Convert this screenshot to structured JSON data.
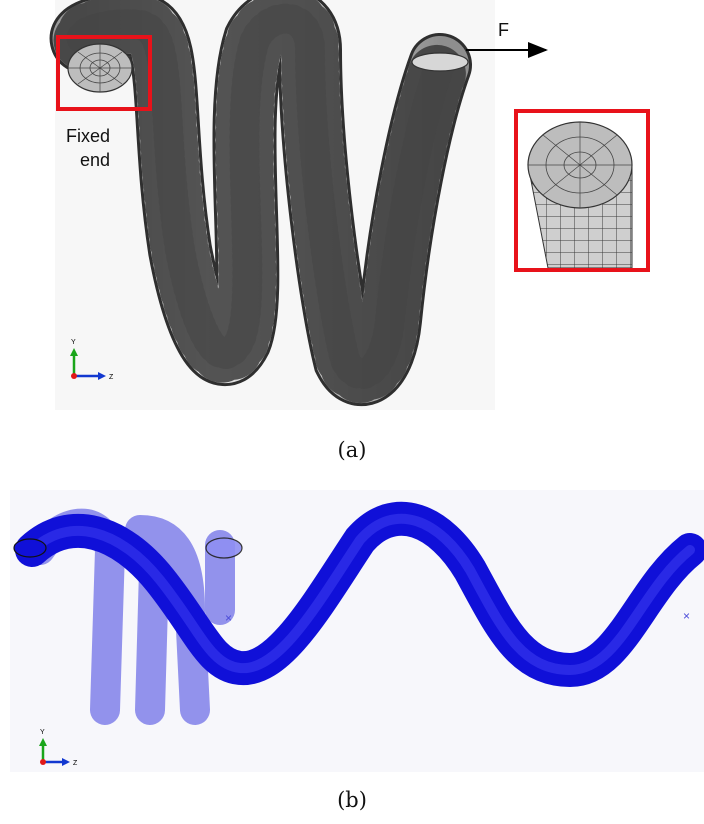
{
  "panel_a": {
    "caption": "(a)",
    "fixed_end_label": [
      "Fixed",
      "end"
    ],
    "force_label": "F",
    "triad": {
      "y": "Y",
      "z": "Z"
    },
    "colors": {
      "highlight": "#e8121a",
      "mesh_fill": "#c9c9c9",
      "mesh_line": "#3a3a3a"
    }
  },
  "panel_b": {
    "caption": "(b)",
    "triad": {
      "y": "Y",
      "z": "Z"
    },
    "colors": {
      "deformed": "#1010d8",
      "undeformed": "#7a7af0"
    }
  }
}
